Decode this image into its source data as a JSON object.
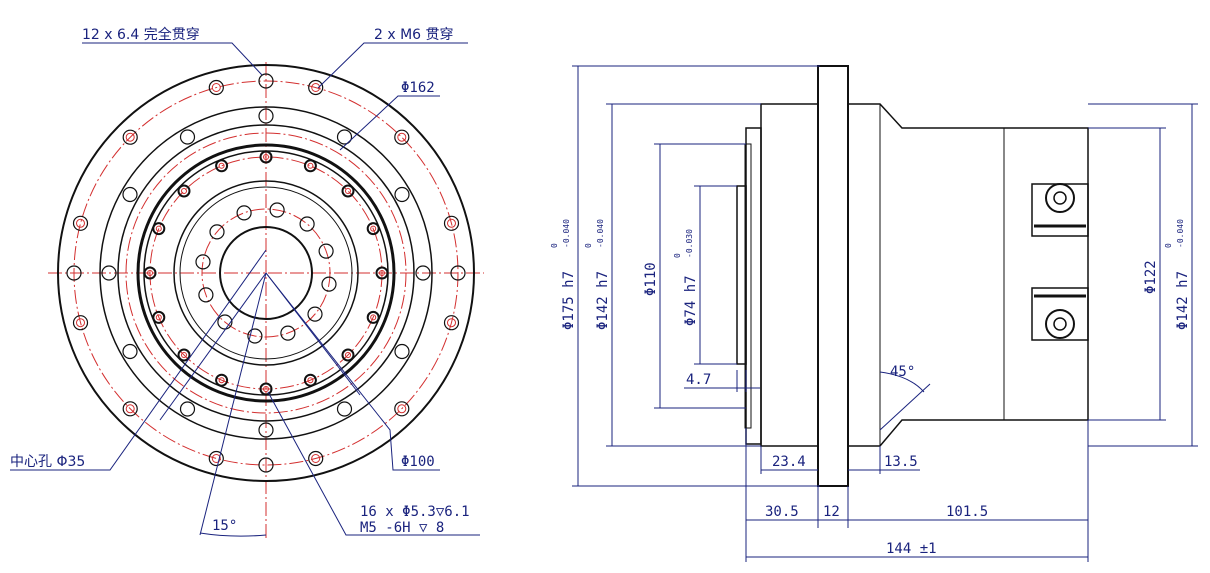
{
  "front_view": {
    "labels": {
      "through_holes": "12 x 6.4 完全贯穿",
      "tapped_holes": "2 x M6 贯穿",
      "pcd": "Φ162",
      "center_hole": "中心孔 Φ35",
      "inner_pcd": "Φ100",
      "angle": "15°",
      "thread_spec_line1": "16 x Φ5.3▽6.1",
      "thread_spec_line2": "M5 -6H ▽ 8"
    }
  },
  "side_view": {
    "labels": {
      "d175": "Φ175 h7",
      "d175_tol_upper": "0",
      "d175_tol_lower": "-0.040",
      "d142_left": "Φ142 h7",
      "d142_left_tol_upper": "0",
      "d142_left_tol_lower": "-0.040",
      "d110": "Φ110",
      "d74": "Φ74 h7",
      "d74_tol_upper": "0",
      "d74_tol_lower": "-0.030",
      "d122": "Φ122",
      "d142_right": "Φ142 h7",
      "d142_right_tol_upper": "0",
      "d142_right_tol_lower": "-0.040",
      "len_4_7": "4.7",
      "len_23_4": "23.4",
      "len_13_5": "13.5",
      "len_30_5": "30.5",
      "len_12": "12",
      "len_101_5": "101.5",
      "len_144": "144 ±1",
      "angle_45": "45°"
    }
  },
  "colors": {
    "ink": "#111111",
    "dimension": "#1a237e",
    "centerline": "#d32f2f"
  }
}
